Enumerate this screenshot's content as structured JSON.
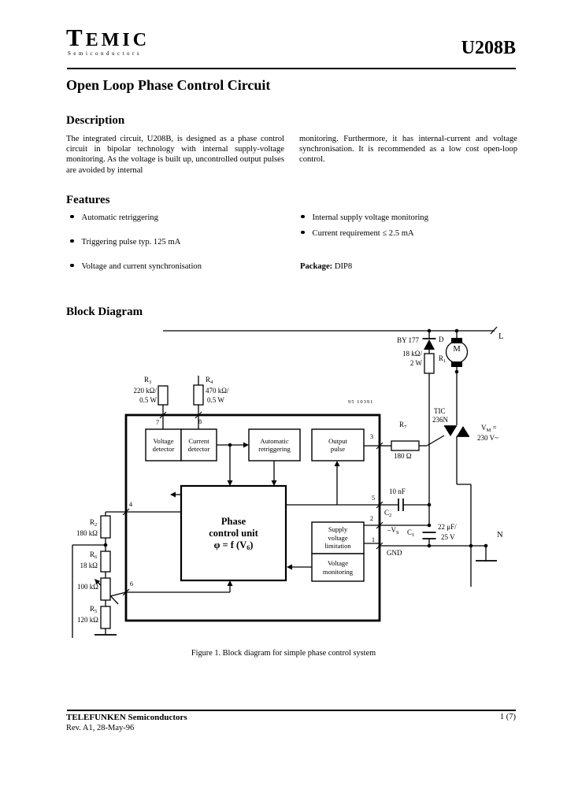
{
  "header": {
    "brand": "TEMIC",
    "brand_t": "T",
    "brand_rest": "EMIC",
    "brand_sub": "Semiconductors",
    "part": "U208B",
    "title": "Open Loop Phase Control Circuit"
  },
  "description": {
    "heading": "Description",
    "col1": "The integrated circuit, U208B, is designed as a phase control circuit in bipolar technology with internal supply-voltage monitoring. As the voltage is built up, uncontrolled output pulses are avoided by internal",
    "col2": "monitoring. Furthermore, it has internal-current and voltage synchronisation. It is recommended as a low cost open-loop control."
  },
  "features": {
    "heading": "Features",
    "left": [
      "Automatic retriggering",
      "Triggering pulse typ. 125 mA",
      "Voltage and current synchronisation"
    ],
    "right": [
      "Internal supply voltage monitoring",
      "Current requirement ≤ 2.5 mA"
    ],
    "package_label": "Package:",
    "package_value": "DIP8"
  },
  "diagram": {
    "heading": "Block Diagram",
    "caption": "Figure 1.  Block diagram for simple phase control system",
    "drawing_number": "95 10391",
    "blocks": {
      "voltage_detector": [
        "Voltage",
        "detector"
      ],
      "current_detector": [
        "Current",
        "detector"
      ],
      "auto_retrigger": [
        "Automatic",
        "retriggering"
      ],
      "output": [
        "Output",
        "pulse"
      ],
      "supply": [
        "Supply",
        "voltage",
        "limitation"
      ],
      "monitoring": [
        "Voltage",
        "monitoring"
      ],
      "phase": {
        "l1": "Phase",
        "l2": "control unit",
        "f_pre": "φ = f (V",
        "f_sub": "6",
        "f_post": ")"
      }
    },
    "pins": {
      "p1": "1",
      "p2": "2",
      "p3": "3",
      "p4": "4",
      "p5": "5",
      "p6": "6",
      "p7": "7",
      "p8": "8"
    },
    "components": {
      "r1": {
        "sym": "R",
        "sub": "1",
        "value": "18 kΩ/",
        "power": "2 W"
      },
      "r2": {
        "sym": "R",
        "sub": "2",
        "value": "180 kΩ"
      },
      "r3": {
        "sym": "R",
        "sub": "3",
        "value": "220 kΩ/",
        "power": "0.5 W"
      },
      "r4": {
        "sym": "R",
        "sub": "4",
        "value": "470 kΩ/",
        "power": "0.5 W"
      },
      "r5": {
        "sym": "R",
        "sub": "5",
        "value": "120 kΩ"
      },
      "r6": {
        "sym": "R",
        "sub": "6",
        "value": "18 kΩ"
      },
      "r7": {
        "sym": "R",
        "sub": "7",
        "value": "180 Ω"
      },
      "pot": {
        "value": "100 kΩ"
      },
      "c1": {
        "sym": "C",
        "sub": "1",
        "value": "22 μF/",
        "voltage": "25 V"
      },
      "c2": {
        "sym": "C",
        "sub": "2",
        "value": "10 nF"
      },
      "diode": {
        "ref": "D",
        "type": "BY 177"
      },
      "triac": {
        "type_l1": "TIC",
        "type_l2": "236N"
      },
      "motor": "M"
    },
    "nets": {
      "l": "L",
      "n": "N",
      "gnd": "GND",
      "vs_pre": "–V",
      "vs_sub": "S",
      "vm_pre": "V",
      "vm_sub": "M",
      "vm_eq": " =",
      "vm_value": "230 V~"
    }
  },
  "footer": {
    "company": "TELEFUNKEN Semiconductors",
    "revision": "Rev. A1, 28-May-96",
    "page": "1 (7)"
  }
}
